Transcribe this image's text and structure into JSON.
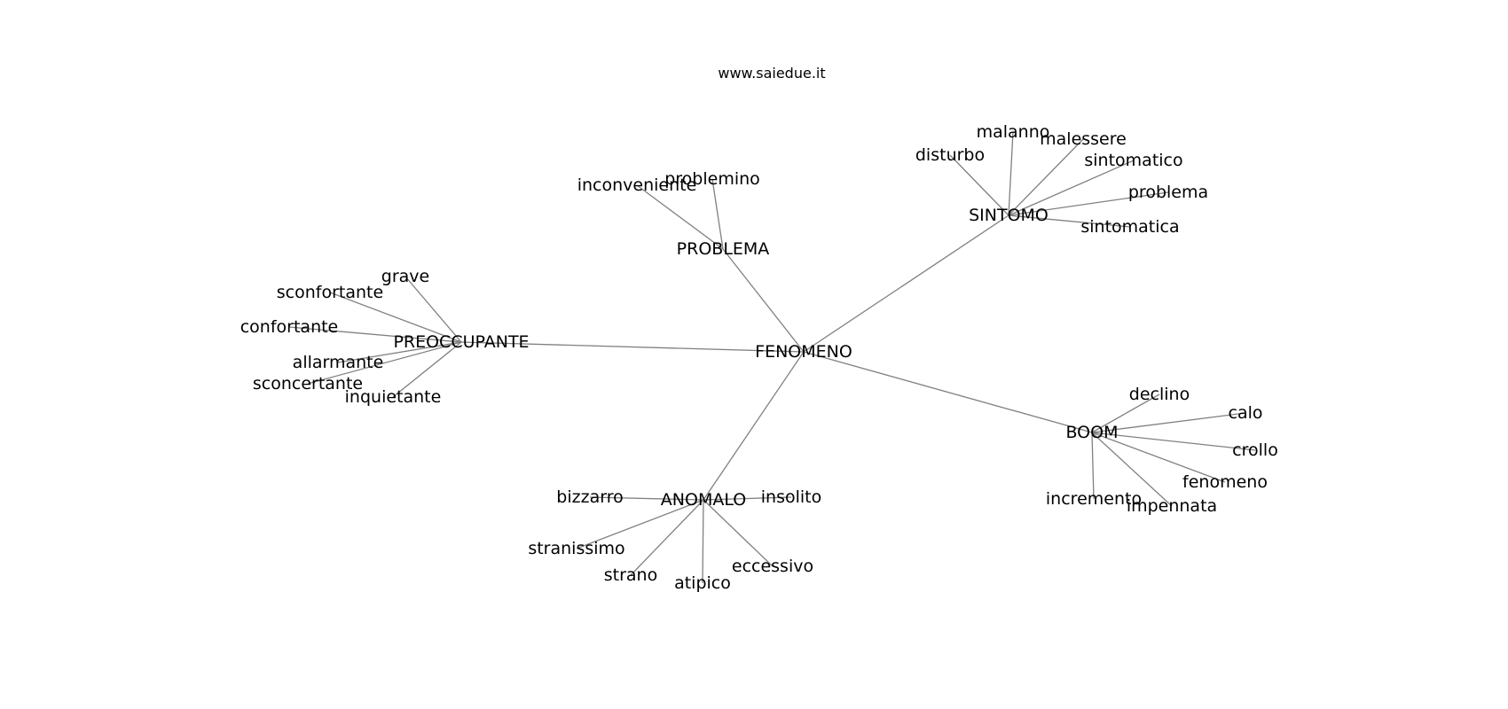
{
  "site_title": "www.saiedue.it",
  "edge_color": "#808080",
  "label_color": "#000000",
  "nodes": [
    {
      "id": "fenomeno_hub",
      "label": "FENOMENO"
    },
    {
      "id": "sintomo",
      "label": "SINTOMO"
    },
    {
      "id": "problema_hub",
      "label": "PROBLEMA"
    },
    {
      "id": "preoccupante",
      "label": "PREOCCUPANTE"
    },
    {
      "id": "anomalo",
      "label": "ANOMALO"
    },
    {
      "id": "boom",
      "label": "BOOM"
    },
    {
      "id": "malanno",
      "label": "malanno"
    },
    {
      "id": "malessere",
      "label": "malessere"
    },
    {
      "id": "disturbo",
      "label": "disturbo"
    },
    {
      "id": "sintomatico",
      "label": "sintomatico"
    },
    {
      "id": "problema_leaf",
      "label": "problema"
    },
    {
      "id": "sintomatica",
      "label": "sintomatica"
    },
    {
      "id": "inconveniente",
      "label": "inconveniente"
    },
    {
      "id": "problemino",
      "label": "problemino"
    },
    {
      "id": "grave",
      "label": "grave"
    },
    {
      "id": "sconfortante",
      "label": "sconfortante"
    },
    {
      "id": "confortante",
      "label": "confortante"
    },
    {
      "id": "allarmante",
      "label": "allarmante"
    },
    {
      "id": "sconcertante",
      "label": "sconcertante"
    },
    {
      "id": "inquietante",
      "label": "inquietante"
    },
    {
      "id": "bizzarro",
      "label": "bizzarro"
    },
    {
      "id": "insolito",
      "label": "insolito"
    },
    {
      "id": "stranissimo",
      "label": "stranissimo"
    },
    {
      "id": "strano",
      "label": "strano"
    },
    {
      "id": "atipico",
      "label": "atipico"
    },
    {
      "id": "eccessivo",
      "label": "eccessivo"
    },
    {
      "id": "declino",
      "label": "declino"
    },
    {
      "id": "calo",
      "label": "calo"
    },
    {
      "id": "crollo",
      "label": "crollo"
    },
    {
      "id": "fenomeno_leaf",
      "label": "fenomeno"
    },
    {
      "id": "incremento",
      "label": "incremento"
    },
    {
      "id": "impennata",
      "label": "impennata"
    }
  ],
  "edges": [
    [
      "fenomeno_hub",
      "sintomo"
    ],
    [
      "fenomeno_hub",
      "problema_hub"
    ],
    [
      "fenomeno_hub",
      "preoccupante"
    ],
    [
      "fenomeno_hub",
      "anomalo"
    ],
    [
      "fenomeno_hub",
      "boom"
    ],
    [
      "sintomo",
      "malanno"
    ],
    [
      "sintomo",
      "malessere"
    ],
    [
      "sintomo",
      "disturbo"
    ],
    [
      "sintomo",
      "sintomatico"
    ],
    [
      "sintomo",
      "problema_leaf"
    ],
    [
      "sintomo",
      "sintomatica"
    ],
    [
      "problema_hub",
      "inconveniente"
    ],
    [
      "problema_hub",
      "problemino"
    ],
    [
      "preoccupante",
      "grave"
    ],
    [
      "preoccupante",
      "sconfortante"
    ],
    [
      "preoccupante",
      "confortante"
    ],
    [
      "preoccupante",
      "allarmante"
    ],
    [
      "preoccupante",
      "sconcertante"
    ],
    [
      "preoccupante",
      "inquietante"
    ],
    [
      "anomalo",
      "bizzarro"
    ],
    [
      "anomalo",
      "insolito"
    ],
    [
      "anomalo",
      "stranissimo"
    ],
    [
      "anomalo",
      "strano"
    ],
    [
      "anomalo",
      "atipico"
    ],
    [
      "anomalo",
      "eccessivo"
    ],
    [
      "boom",
      "declino"
    ],
    [
      "boom",
      "calo"
    ],
    [
      "boom",
      "crollo"
    ],
    [
      "boom",
      "fenomeno_leaf"
    ],
    [
      "boom",
      "incremento"
    ],
    [
      "boom",
      "impennata"
    ]
  ]
}
